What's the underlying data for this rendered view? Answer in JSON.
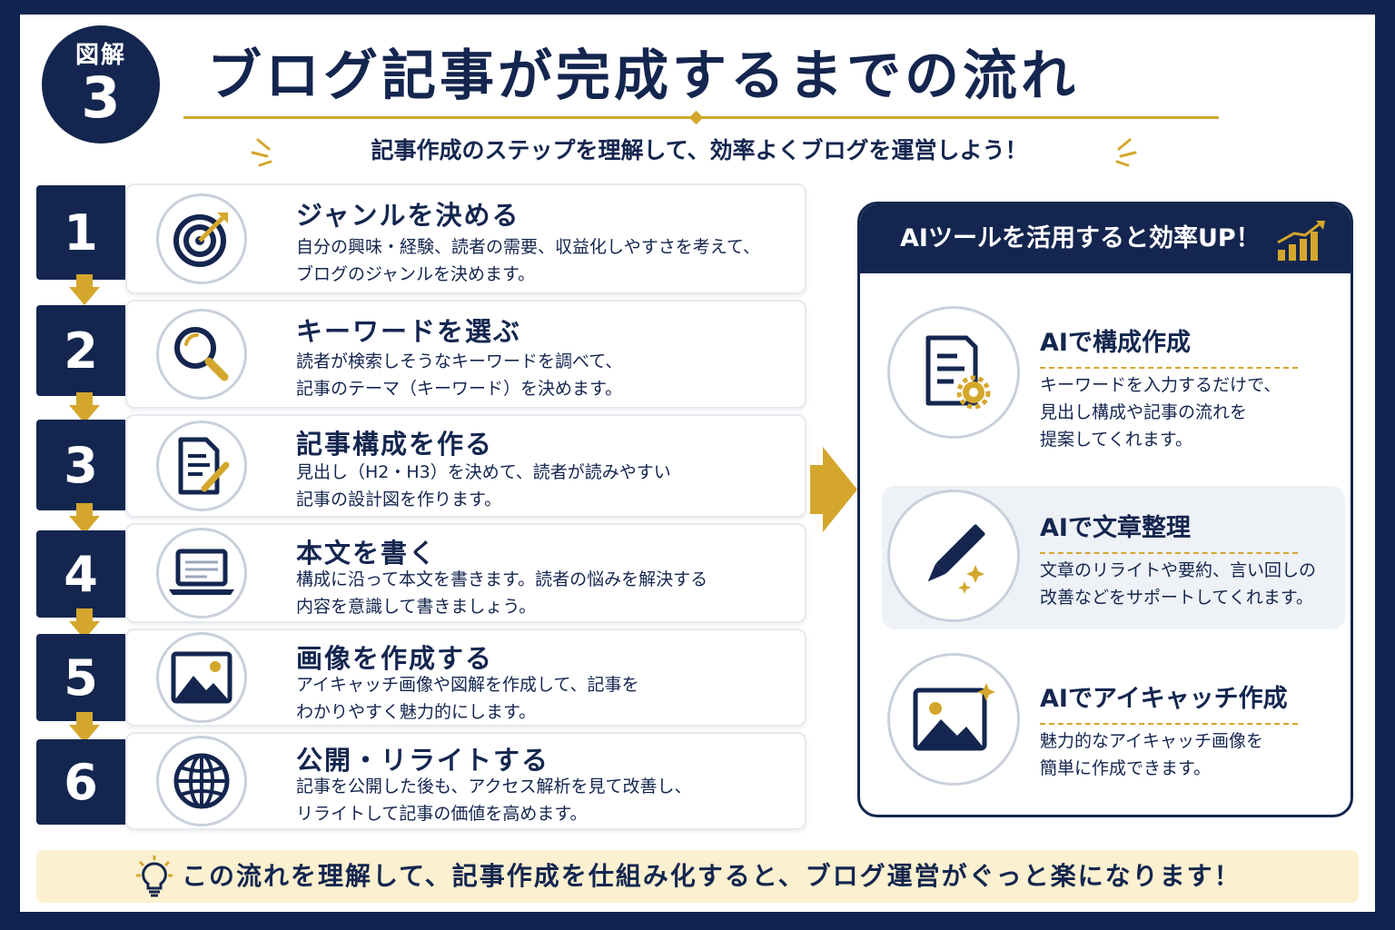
{
  "badge": {
    "label": "図解",
    "number": "3"
  },
  "title": "ブログ記事が完成するまでの流れ",
  "subtitle": "記事作成のステップを理解して、効率よくブログを運営しよう！",
  "steps": [
    {
      "number": "1",
      "icon": "target-icon",
      "title": "ジャンルを決める",
      "desc_line1": "自分の興味・経験、読者の需要、収益化しやすさを考えて、",
      "desc_line2": "ブログのジャンルを決めます。"
    },
    {
      "number": "2",
      "icon": "magnifier-icon",
      "title": "キーワードを選ぶ",
      "desc_line1": "読者が検索しそうなキーワードを調べて、",
      "desc_line2": "記事のテーマ（キーワード）を決めます。"
    },
    {
      "number": "3",
      "icon": "document-edit-icon",
      "title": "記事構成を作る",
      "desc_line1": "見出し（H2・H3）を決めて、読者が読みやすい",
      "desc_line2": "記事の設計図を作ります。"
    },
    {
      "number": "4",
      "icon": "laptop-icon",
      "title": "本文を書く",
      "desc_line1": "構成に沿って本文を書きます。読者の悩みを解決する",
      "desc_line2": "内容を意識して書きましょう。"
    },
    {
      "number": "5",
      "icon": "image-icon",
      "title": "画像を作成する",
      "desc_line1": "アイキャッチ画像や図解を作成して、記事を",
      "desc_line2": "わかりやすく魅力的にします。"
    },
    {
      "number": "6",
      "icon": "globe-icon",
      "title": "公開・リライトする",
      "desc_line1": "記事を公開した後も、アクセス解析を見て改善し、",
      "desc_line2": "リライトして記事の価値を高めます。"
    }
  ],
  "ai": {
    "header": "AIツールを活用すると効率UP！",
    "items": [
      {
        "icon": "document-gear-icon",
        "title": "AIで構成作成",
        "desc_line1": "キーワードを入力するだけで、",
        "desc_line2": "見出し構成や記事の流れを",
        "desc_line3": "提案してくれます。"
      },
      {
        "icon": "pencil-sparkle-icon",
        "title": "AIで文章整理",
        "desc_line1": "文章のリライトや要約、言い回しの",
        "desc_line2": "改善などをサポートしてくれます。",
        "desc_line3": ""
      },
      {
        "icon": "image-sparkle-icon",
        "title": "AIでアイキャッチ作成",
        "desc_line1": "魅力的なアイキャッチ画像を",
        "desc_line2": "簡単に作成できます。",
        "desc_line3": ""
      }
    ]
  },
  "footer": "この流れを理解して、記事作成を仕組み化すると、ブログ運営がぐっと楽になります！",
  "colors": {
    "navy": "#14264f",
    "gold": "#d4a72c",
    "footer_bg": "#fbf0cf"
  }
}
